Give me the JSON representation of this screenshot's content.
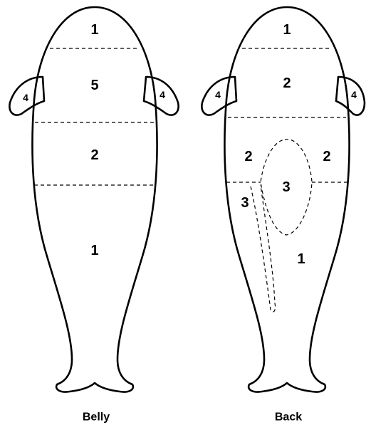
{
  "belly": {
    "caption": "Belly",
    "zones": {
      "head": "1",
      "chest": "5",
      "middle": "2",
      "tail": "1",
      "left_fin": "4",
      "right_fin": "4"
    }
  },
  "back": {
    "caption": "Back",
    "zones": {
      "head": "1",
      "upper": "2",
      "mid_left": "2",
      "mid_right": "2",
      "center": "3",
      "lower_left": "3",
      "tail": "1",
      "left_fin": "4",
      "right_fin": "4"
    }
  }
}
